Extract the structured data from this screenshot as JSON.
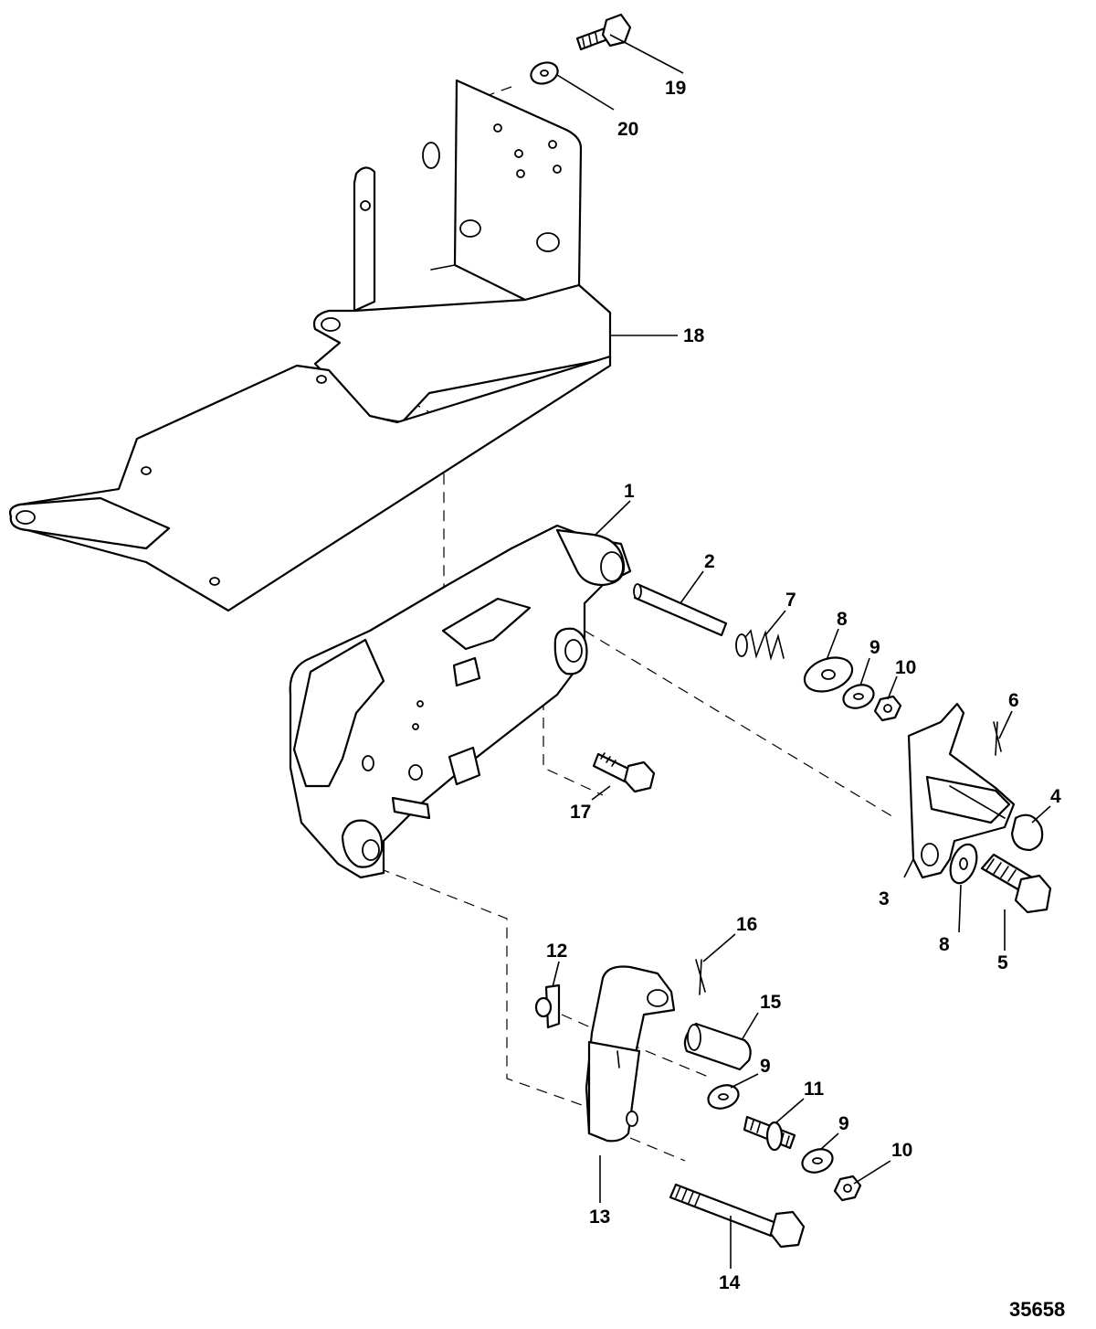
{
  "diagram": {
    "figure_number": "35658",
    "callouts": {
      "c1": "1",
      "c2": "2",
      "c3": "3",
      "c4": "4",
      "c5": "5",
      "c6": "6",
      "c7": "7",
      "c8a": "8",
      "c8b": "8",
      "c9a": "9",
      "c9b": "9",
      "c9c": "9",
      "c10a": "10",
      "c10b": "10",
      "c11": "11",
      "c12": "12",
      "c13": "13",
      "c14": "14",
      "c15": "15",
      "c16": "16",
      "c17": "17",
      "c18": "18",
      "c19": "19",
      "c20": "20"
    }
  }
}
